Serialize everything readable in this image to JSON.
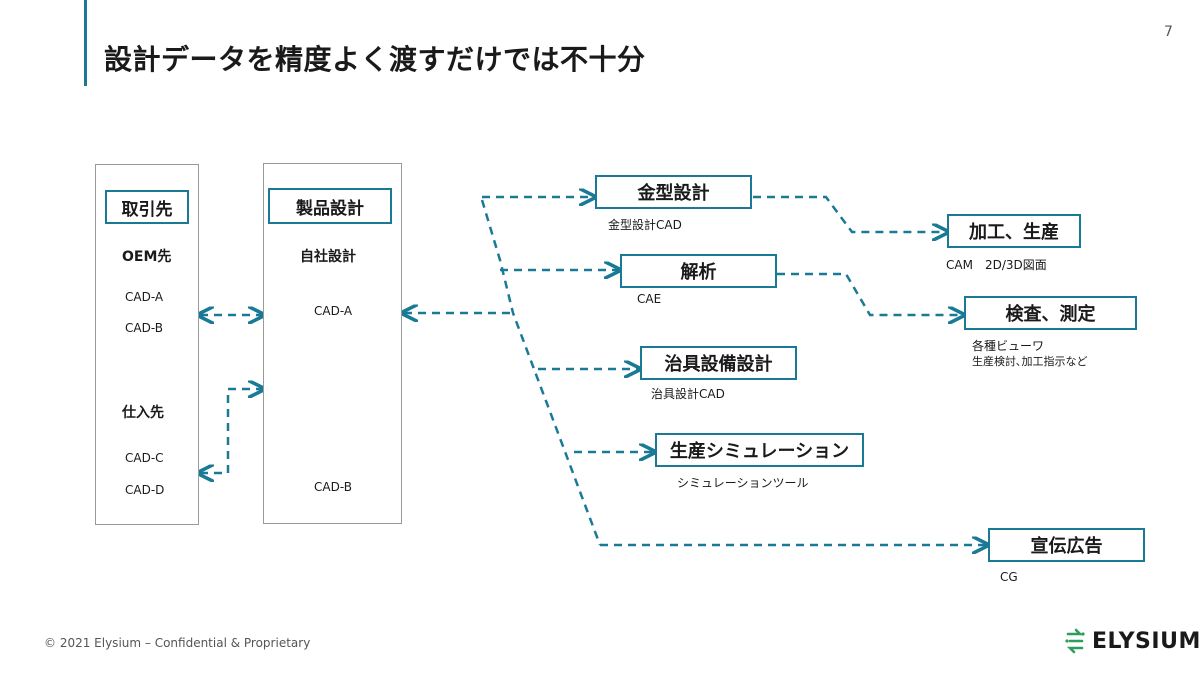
{
  "slide": {
    "title": "設計データを精度よく渡すだけでは不十分",
    "page_number": "7"
  },
  "partners": {
    "heading": "取引先",
    "oem_label": "OEM先",
    "oem_items": [
      "CAD-A",
      "CAD-B"
    ],
    "supplier_label": "仕入先",
    "supplier_items": [
      "CAD-C",
      "CAD-D"
    ]
  },
  "product_design": {
    "heading": "製品設計",
    "sub_label": "自社設計",
    "items": [
      "CAD-A",
      "CAD-B"
    ]
  },
  "destinations": [
    {
      "title": "金型設計",
      "caption": "金型設計CAD"
    },
    {
      "title": "解析",
      "caption": "CAE"
    },
    {
      "title": "治具設備設計",
      "caption": "治具設計CAD"
    },
    {
      "title": "生産シミュレーション",
      "caption": "シミュレーションツール"
    },
    {
      "title": "宣伝広告",
      "caption": "CG"
    }
  ],
  "downstream": [
    {
      "title": "加工、生産",
      "caption": "CAM　2D/3D図面"
    },
    {
      "title": "検査、測定",
      "caption": "各種ビューワ",
      "caption2": "生産検討､加工指示など"
    }
  ],
  "footer": {
    "copyright": "© 2021 Elysium – Confidential & Proprietary",
    "logo_text": "ELYSIUM"
  },
  "colors": {
    "accent": "#1a7a96",
    "logo_green": "#2e9e5a"
  }
}
